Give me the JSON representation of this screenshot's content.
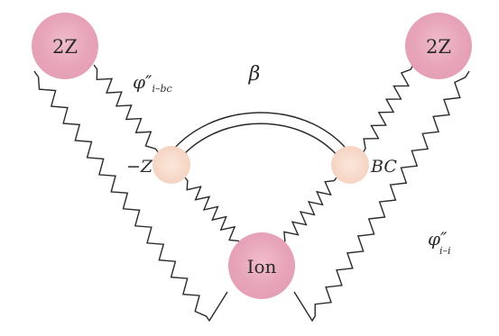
{
  "nodes": {
    "left_2z": {
      "label": "2Z",
      "color": "#e8a6bb"
    },
    "right_2z": {
      "label": "2Z",
      "color": "#e8a6bb"
    },
    "minus_z": {
      "label": "−Z",
      "color": "#f6d9c8"
    },
    "bc": {
      "label": "BC",
      "color": "#f6d9c8"
    },
    "ion": {
      "label": "Ion",
      "color": "#e8a6bb"
    }
  },
  "bond_labels": {
    "beta": "β",
    "phi_ibc_main": "φ″",
    "phi_ibc_sub": "i–bc",
    "phi_ii_main": "φ″",
    "phi_ii_sub": "i–i"
  },
  "colors": {
    "line": "#2a2a2a",
    "text": "#2b2b2b",
    "large_node": "#e8a6bb",
    "small_node": "#f6d9c8"
  }
}
